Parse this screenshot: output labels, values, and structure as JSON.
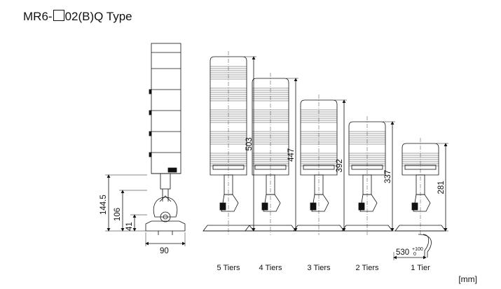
{
  "title": {
    "prefix": "MR6-",
    "suffix": "02(B)Q Type"
  },
  "front_view": {
    "dims": {
      "total": "144.5",
      "mid": "106",
      "low": "41",
      "base_width": "90"
    }
  },
  "towers": [
    {
      "label": "5 Tiers",
      "height": "503",
      "tiers": 5
    },
    {
      "label": "4 Tiers",
      "height": "447",
      "tiers": 4
    },
    {
      "label": "3 Tiers",
      "height": "392",
      "tiers": 3
    },
    {
      "label": "2 Tiers",
      "height": "337",
      "tiers": 2
    },
    {
      "label": "1 Tier",
      "height": "281",
      "tiers": 1
    }
  ],
  "cable": {
    "length": "530",
    "tol_plus": "+100",
    "tol_minus": "0"
  },
  "unit": "[mm]",
  "colors": {
    "line": "#111111",
    "stripe": "#444444",
    "bg": "#ffffff"
  }
}
